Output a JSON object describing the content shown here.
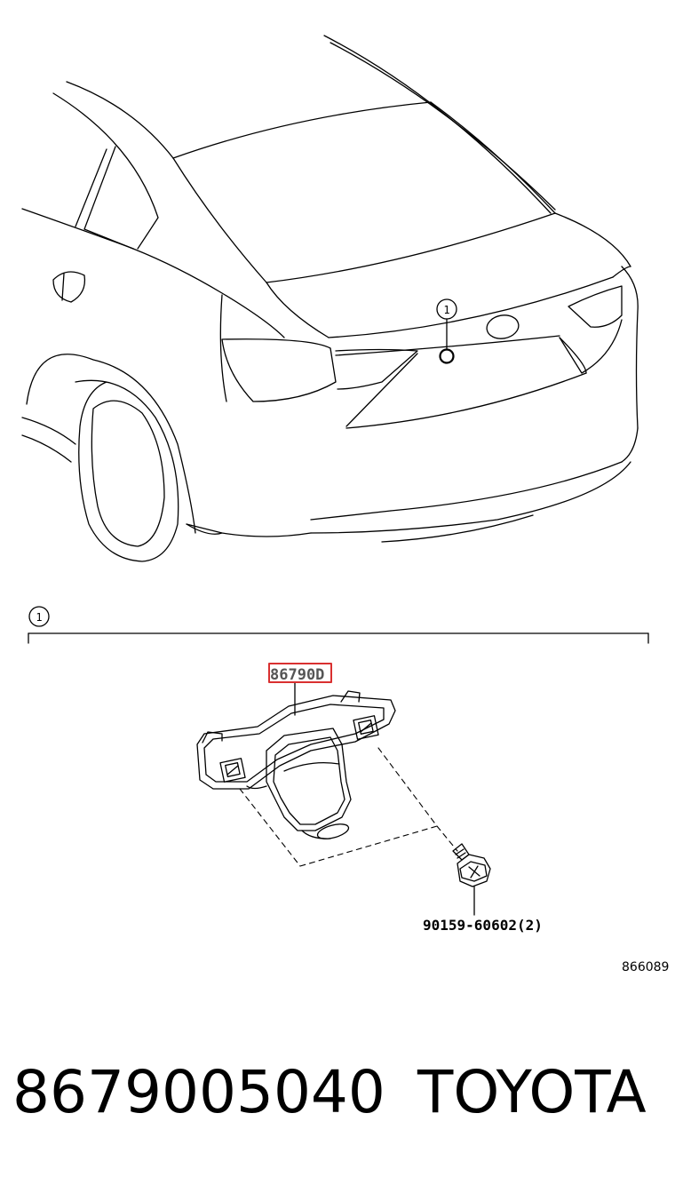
{
  "callouts": {
    "top_ref": "1",
    "section_ref": "1"
  },
  "parts": {
    "camera_label": "86790D",
    "screw_label": "90159-60602(2)"
  },
  "illustration_id": "866089",
  "footer": {
    "part_number": "8679005040",
    "brand": "TOYOTA"
  },
  "colors": {
    "line": "#000000",
    "highlight_box": "#d93030",
    "background": "#ffffff"
  }
}
